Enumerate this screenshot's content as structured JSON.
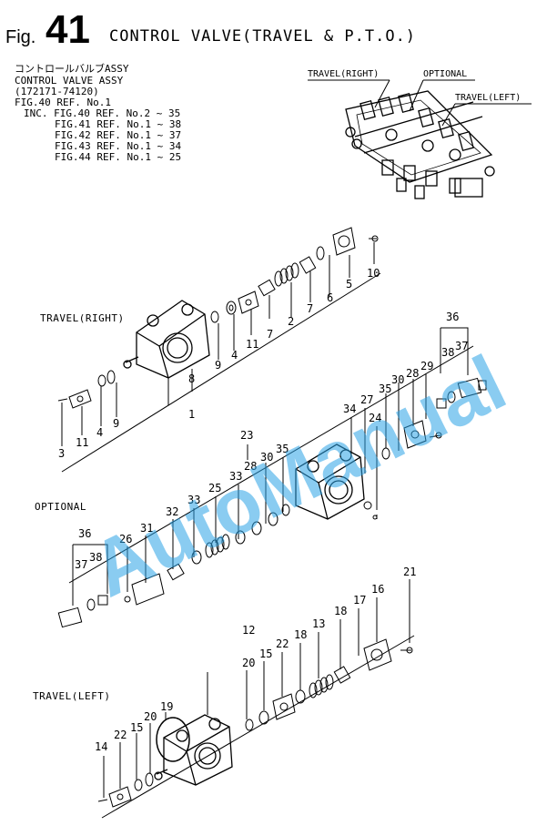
{
  "header": {
    "fig_label": "Fig.",
    "fig_number": "41",
    "title": "CONTROL VALVE(TRAVEL & P.T.O.)"
  },
  "info": {
    "jp_name": "コントロールバルブASSY",
    "en_name": "CONTROL VALVE ASSY",
    "part_no": "(172171-74120)",
    "fig_ref": "FIG.40 REF. No.1",
    "inc": [
      "INC. FIG.40 REF. No.2 ~ 35",
      "FIG.41 REF. No.1 ~ 38",
      "FIG.42 REF. No.1 ~ 37",
      "FIG.43 REF. No.1 ~ 34",
      "FIG.44 REF. No.1 ~ 25"
    ]
  },
  "overview_labels": {
    "travel_right": "TRAVEL(RIGHT)",
    "optional": "OPTIONAL",
    "travel_left": "TRAVEL(LEFT)"
  },
  "sections": {
    "travel_right": "TRAVEL(RIGHT)",
    "optional": "OPTIONAL",
    "travel_left": "TRAVEL(LEFT)"
  },
  "callouts": {
    "r1": "1",
    "r2": "2",
    "r3": "3",
    "r4a": "4",
    "r4b": "4",
    "r5": "5",
    "r6": "6",
    "r7a": "7",
    "r7b": "7",
    "r8": "8",
    "r9a": "9",
    "r9b": "9",
    "r10": "10",
    "r11a": "11",
    "r11b": "11",
    "o23": "23",
    "o24": "24",
    "o25": "25",
    "o26": "26",
    "o27": "27",
    "o28a": "28",
    "o28b": "28",
    "o29": "29",
    "o30a": "30",
    "o30b": "30",
    "o31": "31",
    "o32": "32",
    "o33a": "33",
    "o33b": "33",
    "o34": "34",
    "o35a": "35",
    "o35b": "35",
    "o36a": "36",
    "o36b": "36",
    "o37a": "37",
    "o37b": "37",
    "o38a": "38",
    "o38b": "38",
    "l12": "12",
    "l13": "13",
    "l14": "14",
    "l15a": "15",
    "l15b": "15",
    "l16": "16",
    "l17": "17",
    "l18a": "18",
    "l18b": "18",
    "l19": "19",
    "l20a": "20",
    "l20b": "20",
    "l21": "21",
    "l22a": "22",
    "l22b": "22"
  },
  "watermark": "AutoManual",
  "colors": {
    "line": "#000000",
    "watermark": "#29a3e6"
  }
}
